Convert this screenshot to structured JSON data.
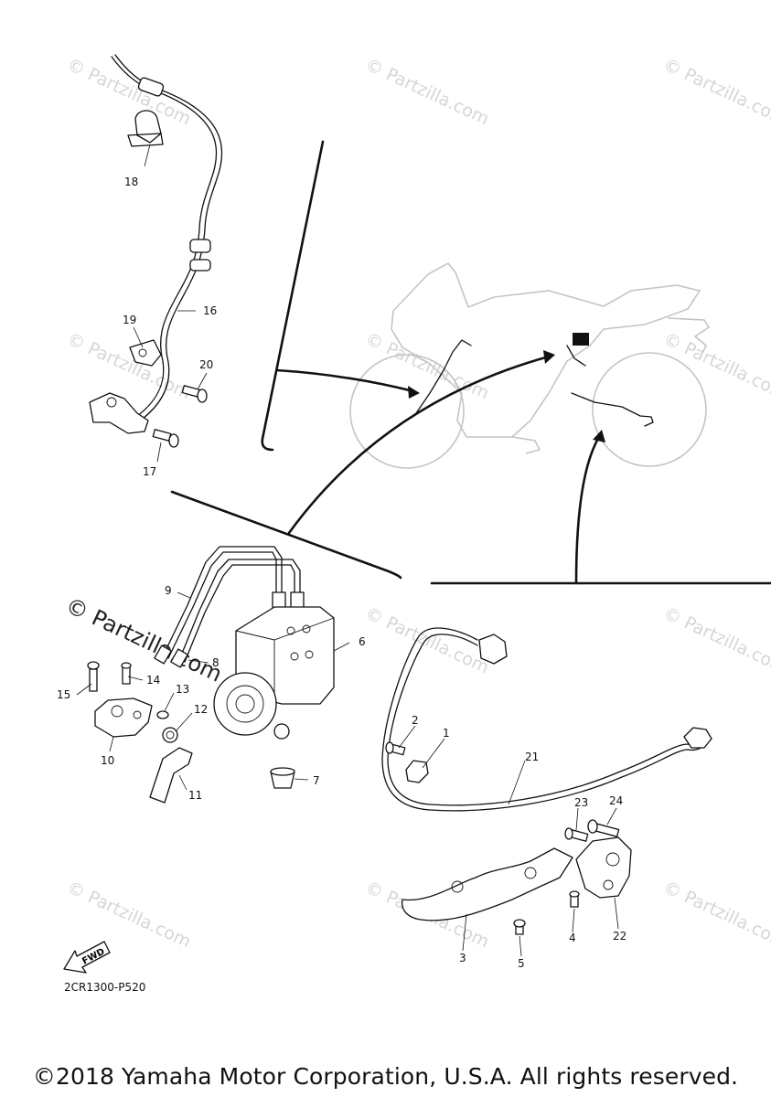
{
  "watermark": {
    "small_text": "© Partzilla.com",
    "large_text": "© Partzilla.com"
  },
  "fwd_label": "FWD",
  "diagram_code": "2CR1300-P520",
  "copyright": "©2018 Yamaha Motor Corporation, U.S.A. All rights reserved.",
  "callouts": {
    "c1": "1",
    "c2": "2",
    "c3": "3",
    "c4": "4",
    "c5": "5",
    "c6": "6",
    "c7": "7",
    "c8": "8",
    "c9": "9",
    "c10": "10",
    "c11": "11",
    "c12": "12",
    "c13": "13",
    "c14": "14",
    "c15": "15",
    "c16": "16",
    "c17": "17",
    "c18": "18",
    "c19": "19",
    "c20": "20",
    "c21": "21",
    "c22": "22",
    "c23": "23",
    "c24": "24"
  }
}
